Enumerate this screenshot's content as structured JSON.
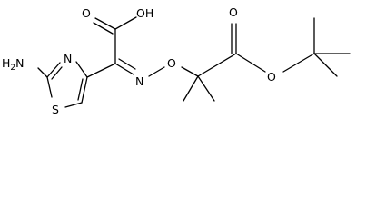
{
  "molecule": {
    "atoms": {
      "amine_h": "H",
      "amine_sub": "2",
      "amine_n": "N",
      "thiazole_n": "N",
      "thiazole_s": "S",
      "oxime_n": "N",
      "oxime_o": "O",
      "acid_oh": "OH",
      "acid_o": "O",
      "ester_carbonyl_o": "O",
      "ester_o": "O"
    },
    "bond_color": "#000000",
    "label_color": "#000000"
  }
}
